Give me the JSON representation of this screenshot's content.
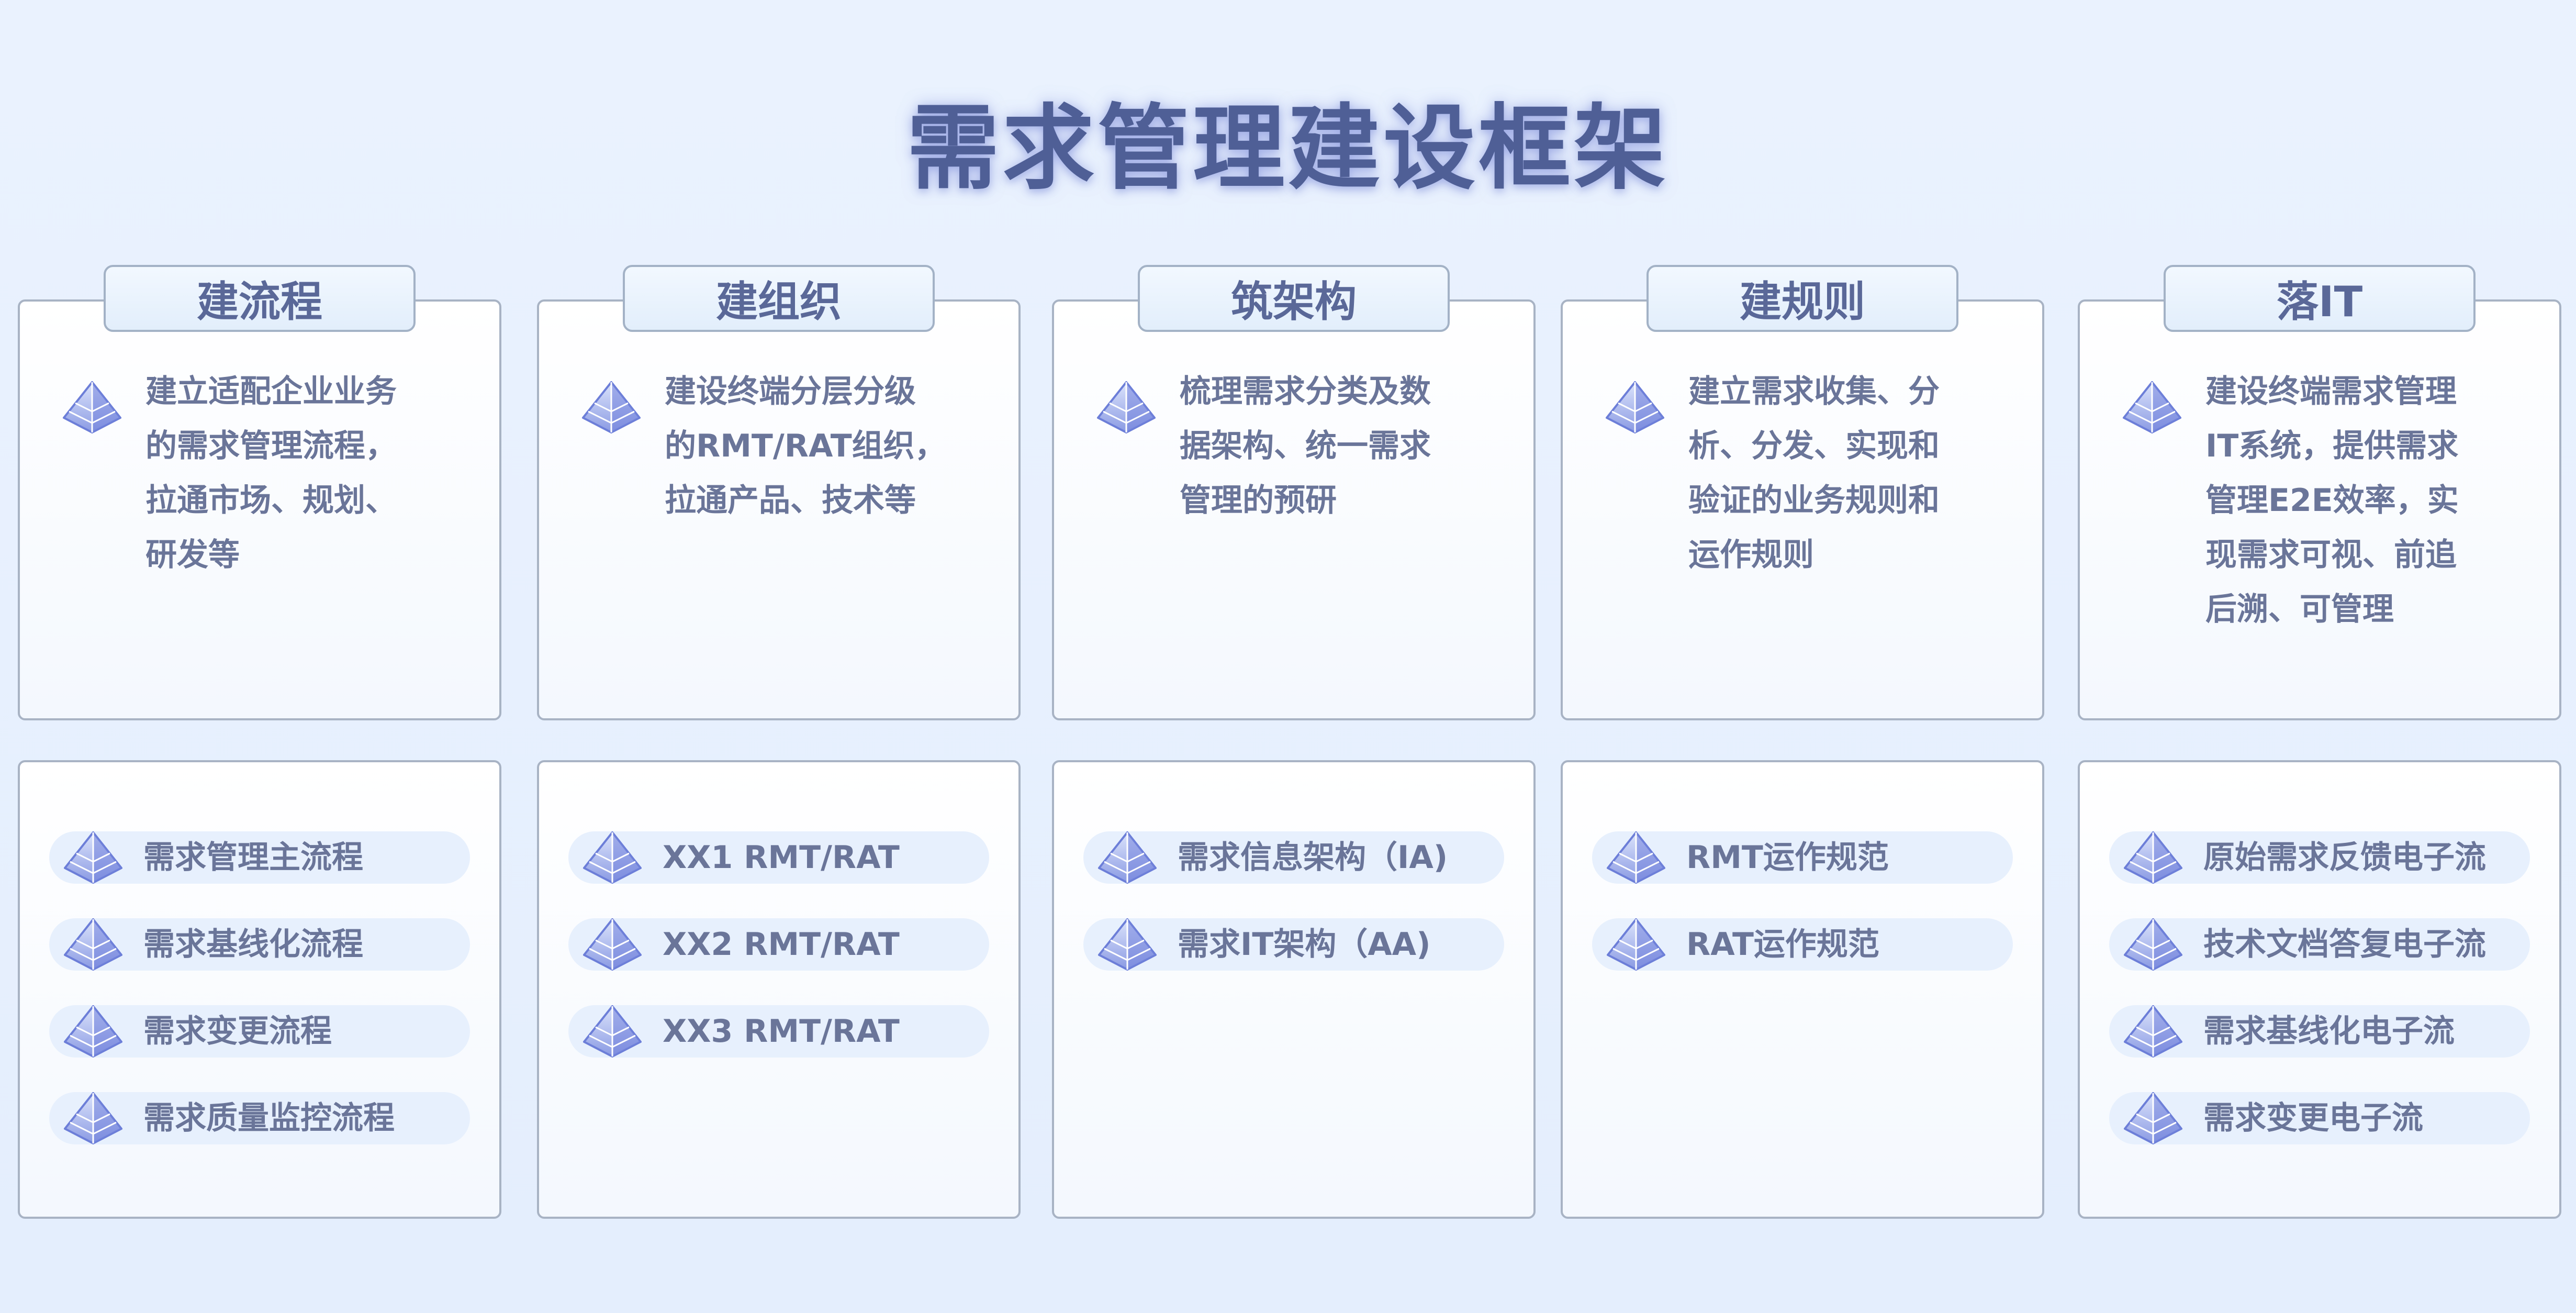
{
  "title": "需求管理建设框架",
  "columns": [
    {
      "tab": "建流程",
      "description": "建立适配企业业务\n的需求管理流程，\n拉通市场、规划、\n研发等",
      "items": [
        "需求管理主流程",
        "需求基线化流程",
        "需求变更流程",
        "需求质量监控流程"
      ]
    },
    {
      "tab": "建组织",
      "description": "建设终端分层分级\n的RMT/RAT组织，\n拉通产品、技术等",
      "items": [
        "XX1 RMT/RAT",
        "XX2 RMT/RAT",
        "XX3 RMT/RAT"
      ]
    },
    {
      "tab": "筑架构",
      "description": "梳理需求分类及数\n据架构、统一需求\n管理的预研",
      "items": [
        "需求信息架构（IA)",
        "需求IT架构（AA)"
      ]
    },
    {
      "tab": "建规则",
      "description": "建立需求收集、分\n析、分发、实现和\n验证的业务规则和\n运作规则",
      "items": [
        "RMT运作规范",
        "RAT运作规范"
      ]
    },
    {
      "tab": "落IT",
      "description": "建设终端需求管理\nIT系统，提供需求\n管理E2E效率，实\n现需求可视、前追\n后溯、可管理",
      "items": [
        "原始需求反馈电子流",
        "技术文档答复电子流",
        "需求基线化电子流",
        "需求变更电子流"
      ]
    }
  ],
  "icon": "pyramid-icon",
  "colors": {
    "title": "#4f5f96",
    "text": "#6a7599",
    "card_border": "#a8b3c4",
    "pill_bg": "#e7f0fd",
    "icon_light": "#c9d4f8",
    "icon_dark": "#7183dc"
  }
}
